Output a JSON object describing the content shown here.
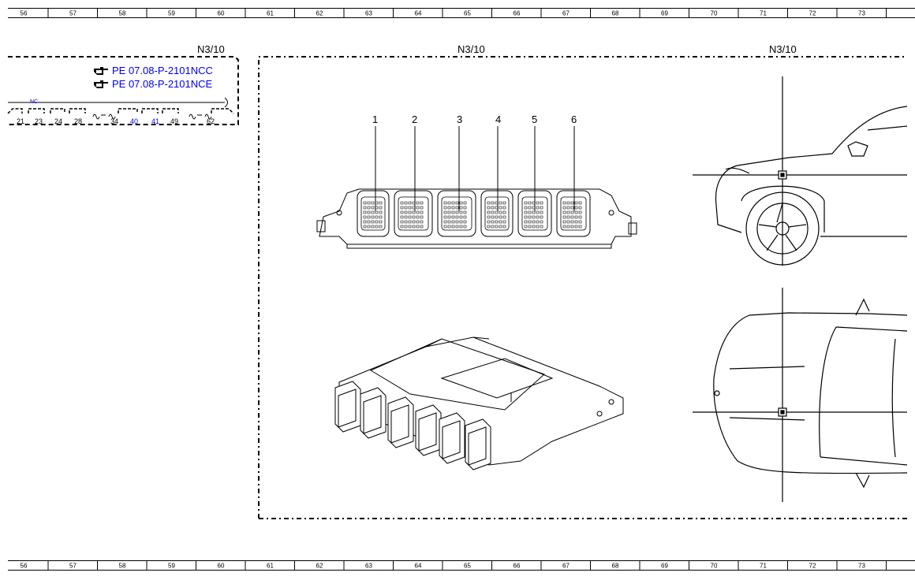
{
  "grid_columns": [
    "56",
    "57",
    "58",
    "59",
    "60",
    "61",
    "62",
    "63",
    "64",
    "65",
    "66",
    "67",
    "68",
    "69",
    "70",
    "71",
    "72",
    "73"
  ],
  "component_id": "N3/10",
  "references": [
    {
      "text": "PE 07.08-P-2101NCC",
      "icon": "pointing-hand-icon"
    },
    {
      "text": "PE 07.08-P-2101NCE",
      "icon": "pointing-hand-icon"
    }
  ],
  "nc_label": "NC",
  "pins": [
    {
      "text": "21",
      "highlight": false
    },
    {
      "text": "23",
      "highlight": false
    },
    {
      "text": "24",
      "highlight": false
    },
    {
      "text": "28",
      "highlight": false
    },
    {
      "text": "34",
      "highlight": false
    },
    {
      "text": "40",
      "highlight": true
    },
    {
      "text": "41",
      "highlight": true
    },
    {
      "text": "49",
      "highlight": false
    },
    {
      "text": "62",
      "highlight": false
    }
  ],
  "connector_numbers": [
    "1",
    "2",
    "3",
    "4",
    "5",
    "6"
  ],
  "colors": {
    "link": "#0000ee",
    "line": "#000000"
  }
}
